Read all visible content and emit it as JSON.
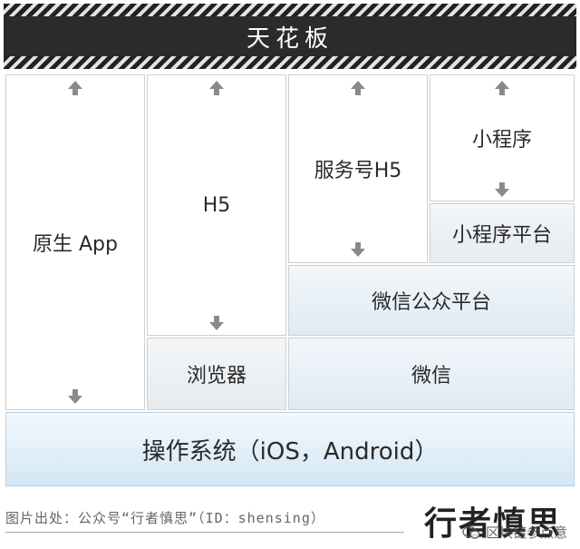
{
  "ceiling": {
    "label": "天花板"
  },
  "cells": {
    "native_app": "原生 App",
    "h5": "H5",
    "service_h5": "服务号H5",
    "mini_program": "小程序",
    "mini_program_platform": "小程序平台",
    "wechat_public_platform": "微信公众平台",
    "browser": "浏览器",
    "wechat": "微信",
    "os": "操作系统（iOS，Android）"
  },
  "footer": {
    "caption": "图片出处：公众号“行者慎思”（ID：shensing）",
    "brand": "行者慎思",
    "watermark": "区块链参点意"
  },
  "colors": {
    "arrow": "#8a8a8a",
    "ceiling_bg": "#2b2b2b",
    "os_bg": "#d3e6f5"
  }
}
